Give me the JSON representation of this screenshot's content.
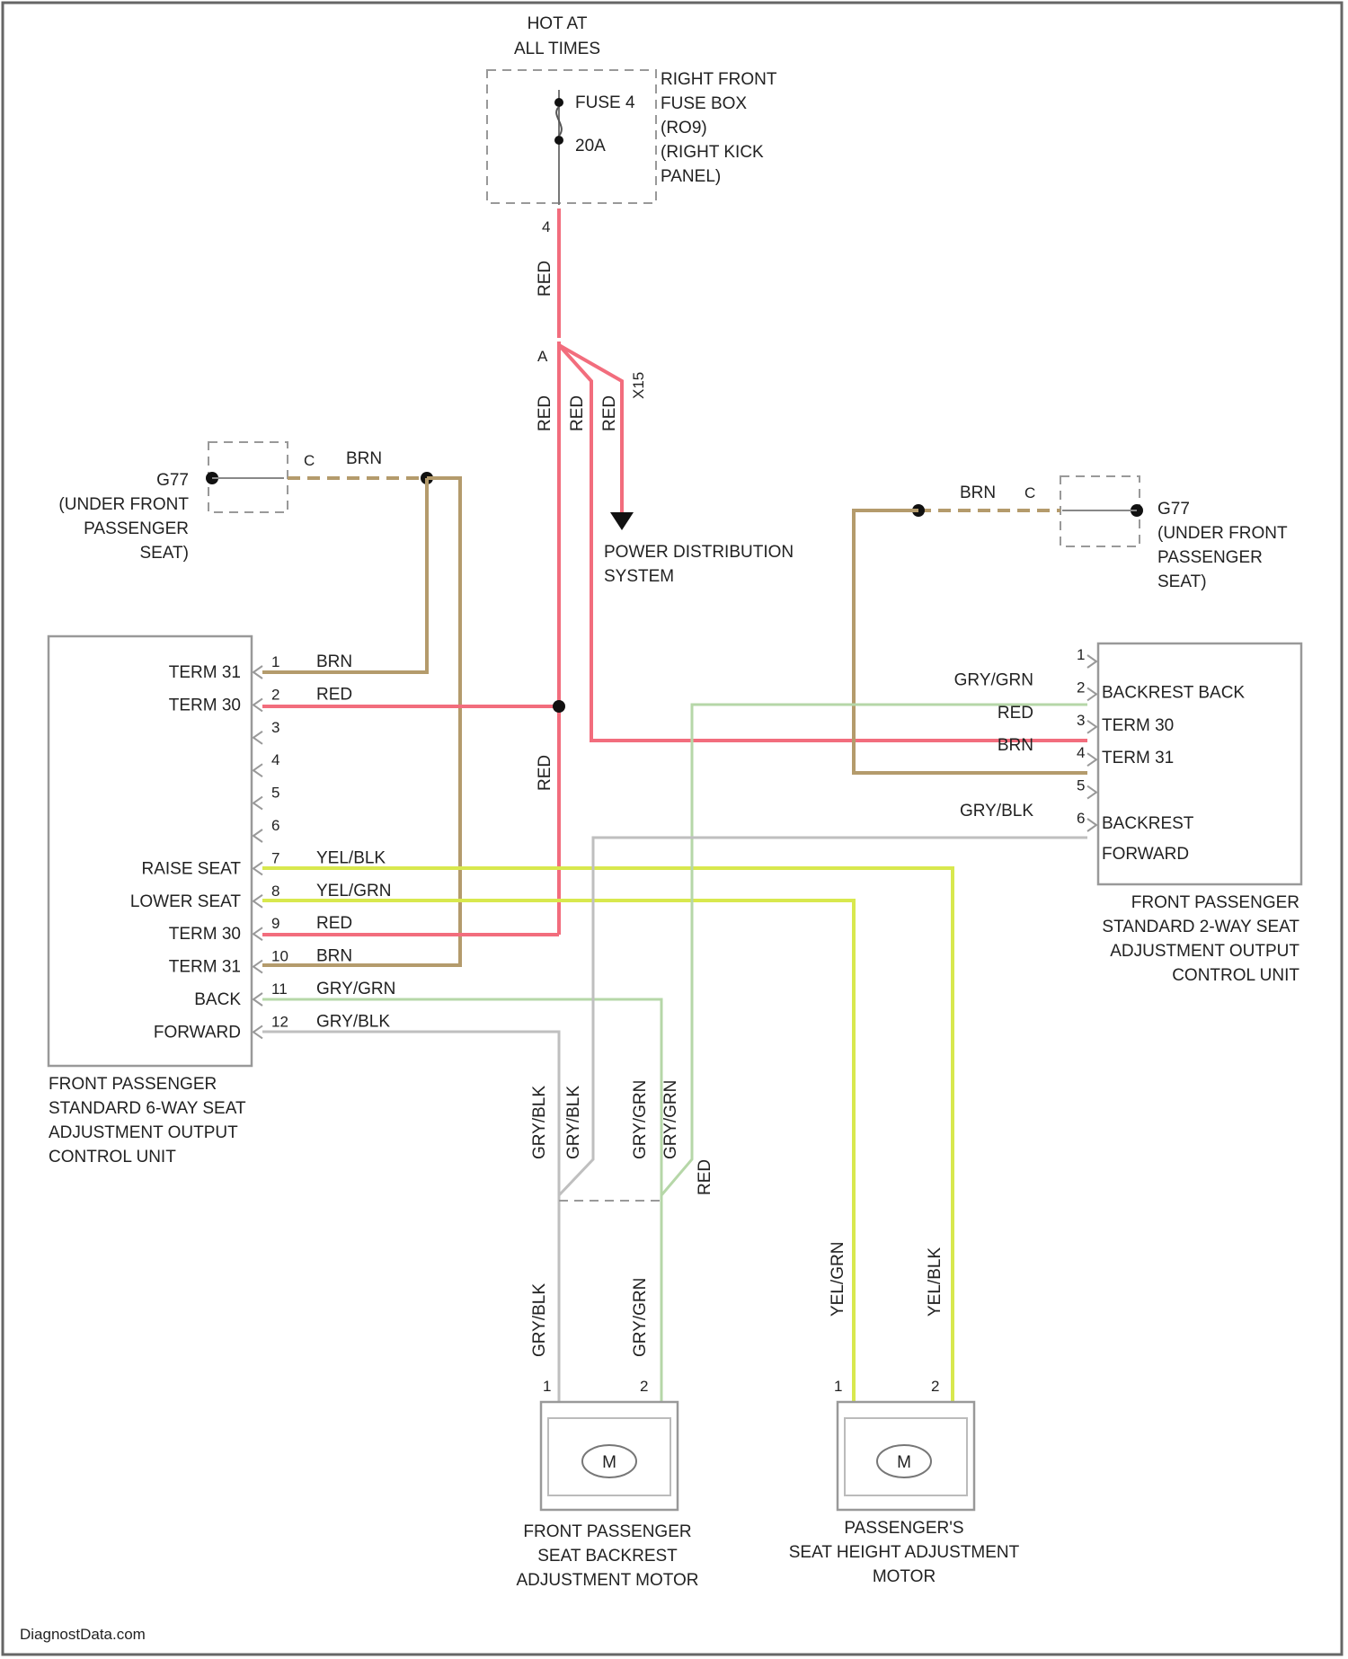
{
  "fuse": {
    "hot_line1": "HOT AT",
    "hot_line2": "ALL TIMES",
    "name": "FUSE 4",
    "rating": "20A",
    "location": [
      "RIGHT FRONT",
      "FUSE BOX",
      "(RO9)",
      "(RIGHT KICK",
      "PANEL)"
    ],
    "pin": "4"
  },
  "power_distribution": [
    "POWER DISTRIBUTION",
    "SYSTEM"
  ],
  "wires": {
    "red": "RED",
    "brn": "BRN",
    "gry_blk": "GRY/BLK",
    "gry_grn": "GRY/GRN",
    "yel_grn": "YEL/GRN",
    "yel_blk": "YEL/BLK",
    "x15": "X15",
    "pin_a": "A",
    "pin_c": "C"
  },
  "ground_left": [
    "G77",
    "(UNDER FRONT",
    "PASSENGER",
    "SEAT)"
  ],
  "ground_right": [
    "G77",
    "(UNDER FRONT",
    "PASSENGER",
    "SEAT)"
  ],
  "left_unit": {
    "name": [
      "FRONT PASSENGER",
      "STANDARD 6-WAY SEAT",
      "ADJUSTMENT OUTPUT",
      "CONTROL UNIT"
    ],
    "pins": [
      {
        "num": "1",
        "label": "TERM 31",
        "wire": "BRN"
      },
      {
        "num": "2",
        "label": "TERM 30",
        "wire": "RED"
      },
      {
        "num": "3",
        "label": "",
        "wire": ""
      },
      {
        "num": "4",
        "label": "",
        "wire": ""
      },
      {
        "num": "5",
        "label": "",
        "wire": ""
      },
      {
        "num": "6",
        "label": "",
        "wire": ""
      },
      {
        "num": "7",
        "label": "RAISE SEAT",
        "wire": "YEL/BLK"
      },
      {
        "num": "8",
        "label": "LOWER SEAT",
        "wire": "YEL/GRN"
      },
      {
        "num": "9",
        "label": "TERM 30",
        "wire": "RED"
      },
      {
        "num": "10",
        "label": "TERM 31",
        "wire": "BRN"
      },
      {
        "num": "11",
        "label": "BACK",
        "wire": "GRY/GRN"
      },
      {
        "num": "12",
        "label": "FORWARD",
        "wire": "GRY/BLK"
      }
    ]
  },
  "right_unit": {
    "name": [
      "FRONT PASSENGER",
      "STANDARD 2-WAY SEAT",
      "ADJUSTMENT OUTPUT",
      "CONTROL UNIT"
    ],
    "pins": [
      {
        "num": "1",
        "wire": "",
        "label": ""
      },
      {
        "num": "2",
        "wire": "GRY/GRN",
        "label": "BACKREST BACK"
      },
      {
        "num": "3",
        "wire": "RED",
        "label": "TERM 30"
      },
      {
        "num": "4",
        "wire": "BRN",
        "label": "TERM 31"
      },
      {
        "num": "5",
        "wire": "",
        "label": ""
      },
      {
        "num": "6",
        "wire": "GRY/BLK",
        "label": "BACKREST"
      }
    ],
    "pin6_extra": "FORWARD"
  },
  "motor_left": {
    "symbol": "M",
    "pin1": "1",
    "pin2": "2",
    "name": [
      "FRONT PASSENGER",
      "SEAT BACKREST",
      "ADJUSTMENT MOTOR"
    ]
  },
  "motor_right": {
    "symbol": "M",
    "pin1": "1",
    "pin2": "2",
    "name": [
      "PASSENGER'S",
      "SEAT HEIGHT ADJUSTMENT",
      "MOTOR"
    ]
  },
  "watermark": "DiagnostData.com"
}
